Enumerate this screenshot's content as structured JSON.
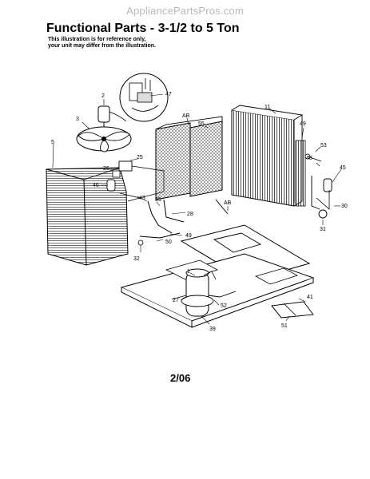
{
  "watermark": "AppliancePartsPros.com",
  "title": "Functional Parts - 3-1/2 to 5 Ton",
  "subtitle_lines": [
    "This illustration is for reference only,",
    "your unit may differ from the illustration."
  ],
  "footer": "2/06",
  "callouts": {
    "c47": "47",
    "c2": "2",
    "c3": "3",
    "c5": "5",
    "c25": "25",
    "c26": "26",
    "c46": "46",
    "c43": "43",
    "c35": "35",
    "c28": "28",
    "c49a": "49",
    "c50": "50",
    "c32": "32",
    "cAB1": "AB",
    "c55": "55",
    "cAB2": "AB",
    "c11": "11",
    "c49b": "49",
    "c53": "53",
    "c48": "48",
    "c45": "45",
    "c30": "30",
    "c31": "31",
    "c1": "1",
    "c27": "27",
    "c52": "52",
    "c39": "39",
    "c41": "41",
    "c51": "51"
  }
}
